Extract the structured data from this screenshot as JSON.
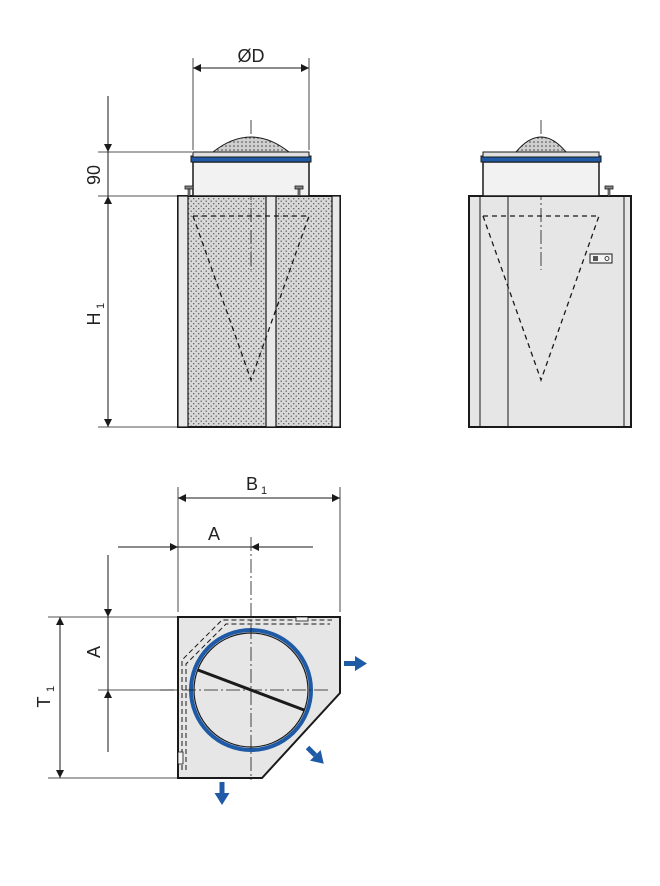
{
  "labels": {
    "diameter": "ØD",
    "height_90": "90",
    "h1": "H",
    "h1_sub": "1",
    "b1": "B",
    "b1_sub": "1",
    "a_horizontal": "A",
    "a_vertical": "A",
    "t1": "T",
    "t1_sub": "1"
  },
  "colors": {
    "line": "#1a1a1a",
    "panel_fill": "#e6e6e6",
    "filter_fill": "#d2d2d2",
    "collar_fill": "#f2f2f2",
    "accent_blue": "#1f5aa6",
    "arrow_blue": "#1f5aa6"
  }
}
